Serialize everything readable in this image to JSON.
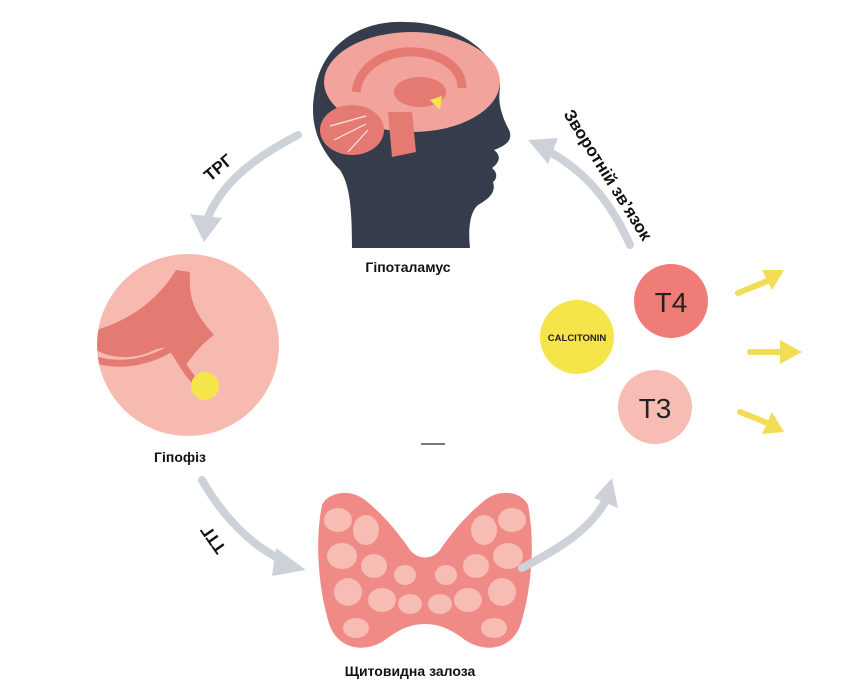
{
  "nodes": {
    "hypothalamus": "Гіпоталамус",
    "pituitary": "Гіпофіз",
    "thyroid": "Щитовидна залоза"
  },
  "arrows": {
    "trh": "ТРГ",
    "tsh": "ТТГ",
    "feedback": "Зворотній зв’язок"
  },
  "hormones": {
    "t4": "T4",
    "t3": "T3",
    "calcitonin": "CALCITONIN"
  },
  "colors": {
    "head": "#353c4c",
    "brain": "#f2a39b",
    "brain_dark": "#e57a72",
    "pituitary_disc": "#f7bab1",
    "gland": "#f08a86",
    "yellow": "#f6e54a",
    "t4_fill": "#f07c77",
    "t3_fill": "#f7bcb4",
    "cycle_arrow": "#cdd2d8",
    "output_arrow": "#f3dc56"
  }
}
